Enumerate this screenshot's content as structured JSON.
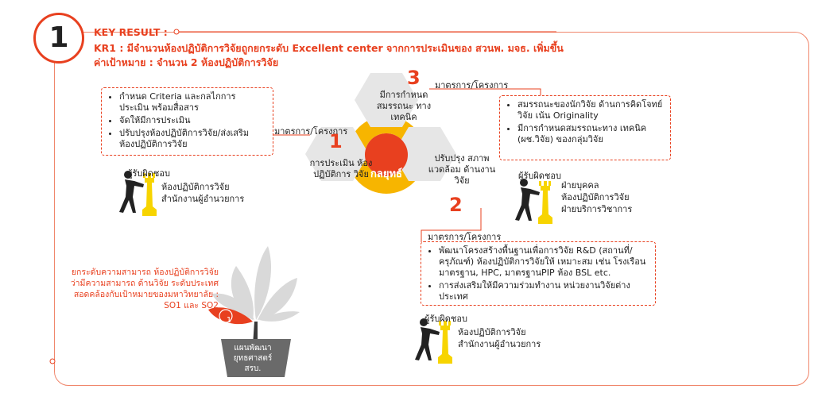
{
  "badge_number": "1",
  "header": {
    "key_result": "KEY RESULT :",
    "kr1": "KR1 : มีจำนวนห้องปฏิบัติการวิจัยถูกยกระดับ Excellent center จากการประเมินของ สวนพ. มจธ. เพิ่มขึ้น",
    "target": "ค่าเป้าหมาย : จำนวน 2 ห้องปฏิบัติการวิจัย"
  },
  "center_label": "กลยุทธ์",
  "hexagons": {
    "h1": "การประเมิน ห้องปฏิบัติการ วิจัย",
    "h2": "ปรับปรุง สภาพแวดล้อม ด้านงานวิจัย",
    "h3": "มีการกำหนด สมรรถนะ ทางเทคนิค"
  },
  "numbers": {
    "n1": "1",
    "n2": "2",
    "n3": "3"
  },
  "measure_label": "มาตรการ/โครงการ",
  "box1": {
    "items": [
      "กำหนด Criteria และกลไกการ ประเมิน พร้อมสื่อสาร",
      "จัดให้มีการประเมิน",
      "ปรับปรุงห้องปฏิบัติการวิจัย/ส่งเสริม ห้องปฏิบัติการวิจัย"
    ]
  },
  "box2": {
    "items": [
      "พัฒนาโครงสร้างพื้นฐานเพื่อการวิจัย   R&D (สถานที่/ครุภัณฑ์)  ห้องปฏิบัติการวิจัยให้ เหมาะสม  เช่น โรงเรือนมาตรฐาน, HPC, มาตรฐานPIP ห้อง BSL etc.",
      "การส่งเสริมให้มีความร่วมทำงาน หน่วยงานวิจัยต่างประเทศ"
    ]
  },
  "box3": {
    "items": [
      "สมรรถนะของนักวิจัย ด้านการคิดโจทย์วิจัย เน้น Originality",
      "มีการกำหนดสมรรถนะทาง เทคนิค (ผช.วิจัย) ของกลุ่มวิจัย"
    ]
  },
  "responsible_label": "ผู้รับผิดชอบ",
  "resp1": {
    "lines": [
      "ห้องปฏิบัติการวิจัย",
      "สำนักงานผู้อำนวยการ"
    ]
  },
  "resp2": {
    "lines": [
      "ห้องปฏิบัติการวิจัย",
      "สำนักงานผู้อำนวยการ"
    ]
  },
  "resp3": {
    "lines": [
      "ฝ่ายบุคคล",
      "ห้องปฏิบัติการวิจัย",
      "ฝ่ายบริการวิชาการ"
    ]
  },
  "leaf_number": "1",
  "leaf_text": "ยกระดับความสามารถ ห้องปฏิบัติการวิจัย ว่ามีความสามารถ ด้านวิจัย ระดับประเทศ สอดคล้องกับเป้าหมายของมหาวิทยาลัย : SO1 และ SO2",
  "pot_text": "แผนพัฒนา ยุทธศาสตร์ สรบ.",
  "colors": {
    "accent": "#e8401f",
    "yellow": "#f7b500",
    "hex_gray": "#e6e6e6",
    "pot": "#6a6a6a"
  }
}
